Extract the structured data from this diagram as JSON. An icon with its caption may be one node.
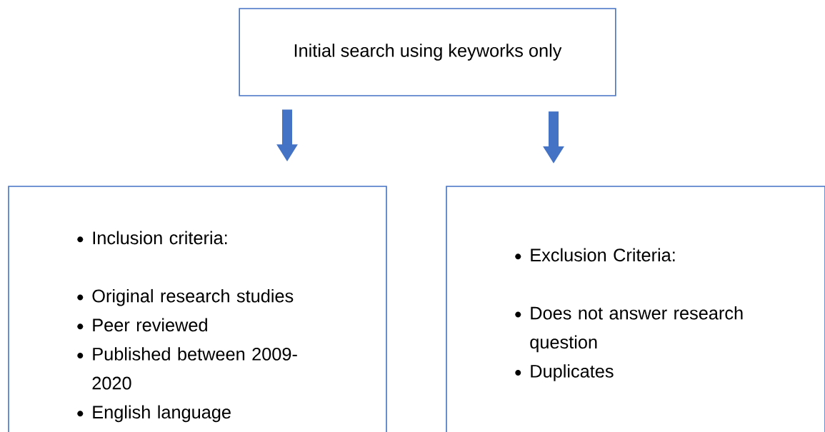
{
  "diagram": {
    "nodes": [
      {
        "text": [
          "Initial search using keyworks only"
        ]
      },
      {
        "text": [
          "Inclusion criteria:",
          "Original research studies",
          "Peer reviewed",
          "Published between 2009-2020",
          "English language"
        ]
      },
      {
        "text": [
          "Exclusion Criteria:",
          "Does not answer research question",
          "Duplicates"
        ]
      }
    ],
    "edges": [
      {
        "from": 0,
        "to": 1,
        "arrow": "to"
      },
      {
        "from": 0,
        "to": 2,
        "arrow": "to"
      }
    ]
  }
}
